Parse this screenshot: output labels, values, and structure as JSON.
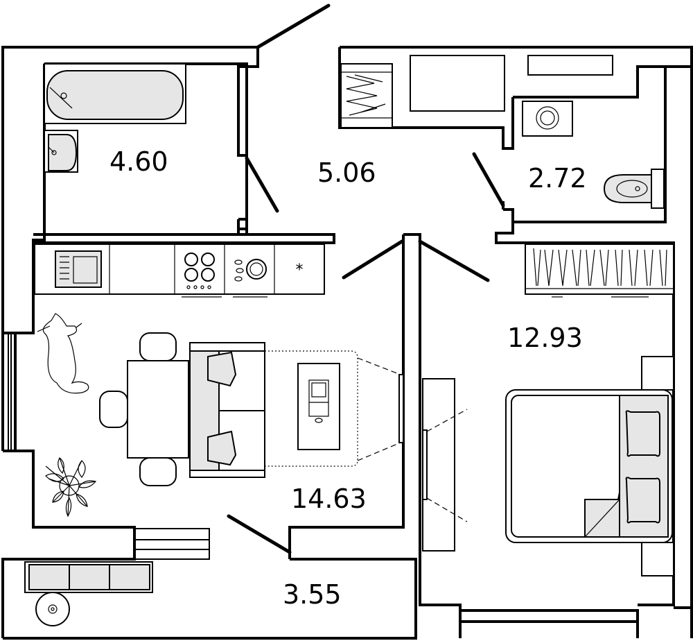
{
  "rooms": [
    {
      "id": "bathroom",
      "area": "4.60"
    },
    {
      "id": "hallway",
      "area": "5.06"
    },
    {
      "id": "toilet",
      "area": "2.72"
    },
    {
      "id": "kitchen_living",
      "area": "14.63"
    },
    {
      "id": "bedroom",
      "area": "12.93"
    },
    {
      "id": "balcony",
      "area": "3.55"
    }
  ],
  "colors": {
    "wall": "#000000",
    "furniture_fill": "#e6e6e6",
    "background": "#ffffff"
  }
}
